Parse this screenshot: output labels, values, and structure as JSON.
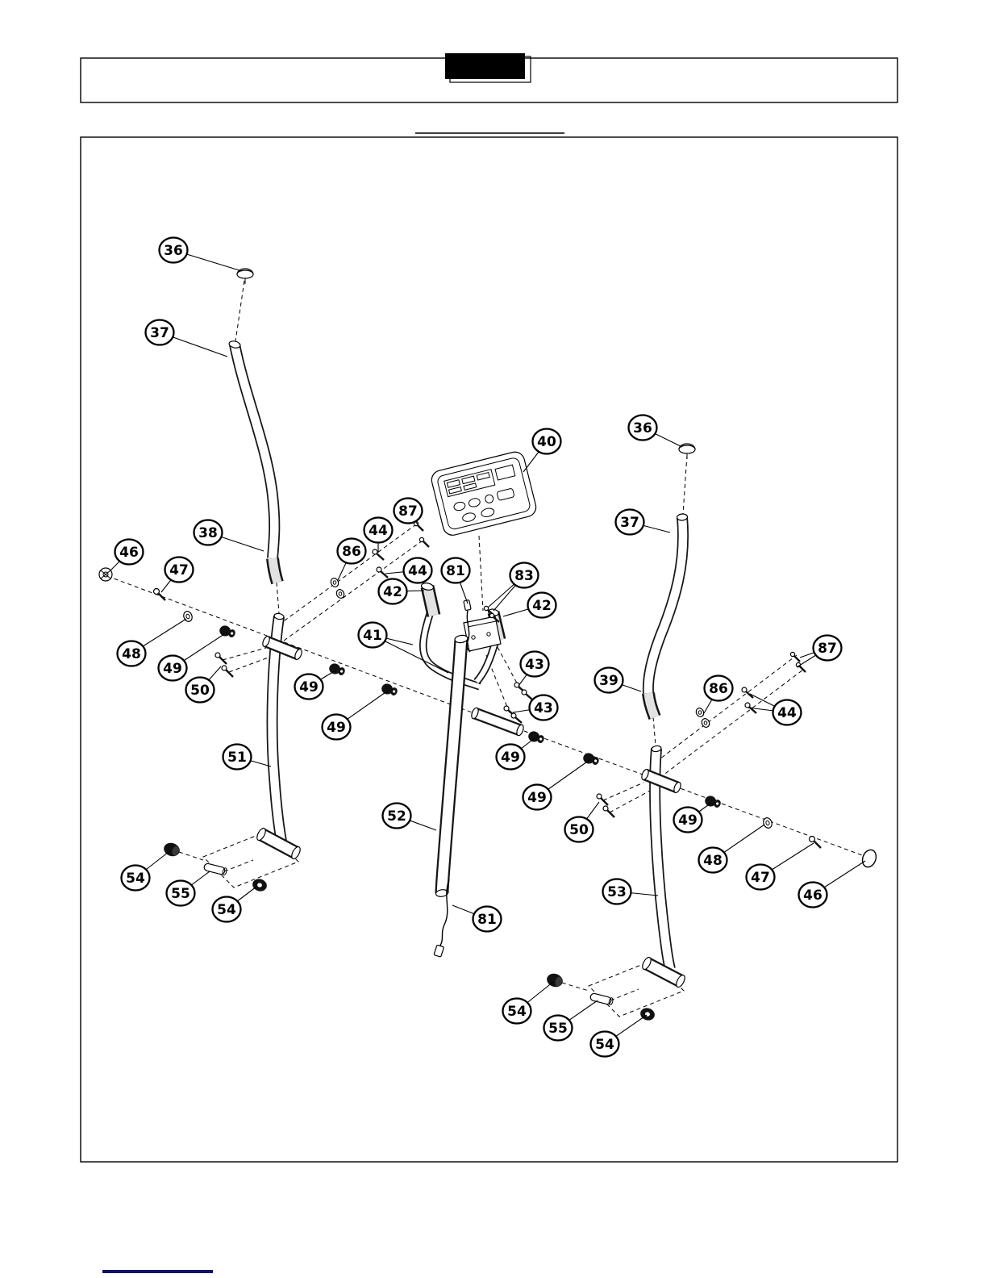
{
  "colors": {
    "line": "#000000",
    "background": "#ffffff",
    "footer_rule": "#11116b",
    "redaction": "#000000"
  },
  "diagram": {
    "type": "exploded-parts-diagram",
    "callouts": [
      "36",
      "37",
      "38",
      "46",
      "47",
      "48",
      "49",
      "50",
      "49",
      "49",
      "51",
      "54",
      "55",
      "54",
      "40",
      "87",
      "44",
      "86",
      "44",
      "81",
      "83",
      "42",
      "42",
      "41",
      "43",
      "43",
      "49",
      "49",
      "52",
      "81",
      "36",
      "37",
      "39",
      "87",
      "86",
      "44",
      "50",
      "49",
      "48",
      "47",
      "46",
      "53",
      "54",
      "55",
      "54"
    ]
  }
}
